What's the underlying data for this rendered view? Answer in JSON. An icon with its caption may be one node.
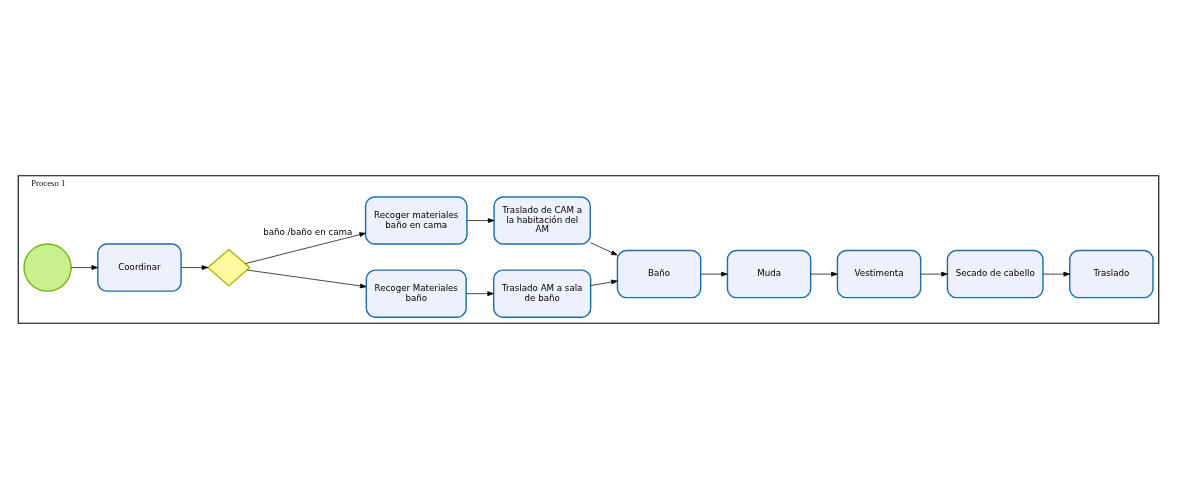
{
  "diagram": {
    "nodes": [
      {
        "text": [
          "Proceso 1"
        ]
      },
      {
        "text": [],
        "shape": "circle",
        "in": 0
      },
      {
        "text": [
          "Coordinar"
        ],
        "in": 0
      },
      {
        "text": [],
        "shape": "diamond",
        "in": 0
      },
      {
        "text": [
          "Recoger Materiales baño"
        ],
        "in": 0
      },
      {
        "text": [
          "Traslado AM a sala de baño"
        ],
        "in": 0
      },
      {
        "text": [
          "Recoger materiales baño en cama"
        ],
        "in": 0
      },
      {
        "text": [
          "Traslado de CAM a la habitación del AM"
        ],
        "in": 0
      },
      {
        "text": [
          "Baño"
        ],
        "in": 0
      },
      {
        "text": [
          "Muda"
        ],
        "in": 0
      },
      {
        "text": [
          "Vestimenta"
        ],
        "in": 0
      },
      {
        "text": [
          "Secado de cabello"
        ],
        "in": 0
      },
      {
        "text": [
          "Traslado"
        ],
        "in": 0
      }
    ],
    "edges": [
      {
        "from": 1,
        "to": 2,
        "arrow": "to"
      },
      {
        "from": 2,
        "to": 3,
        "arrow": "to"
      },
      {
        "from": 3,
        "to": 4,
        "arrow": "to"
      },
      {
        "from": 3,
        "to": 6,
        "arrow": "to",
        "label": "baño /baño en cama"
      },
      {
        "from": 4,
        "to": 5,
        "arrow": "to"
      },
      {
        "from": 5,
        "to": 8,
        "arrow": "to"
      },
      {
        "from": 6,
        "to": 7,
        "arrow": "to"
      },
      {
        "from": 7,
        "to": 8,
        "arrow": "to"
      },
      {
        "from": 8,
        "to": 9,
        "arrow": "to"
      },
      {
        "from": 9,
        "to": 10,
        "arrow": "to"
      },
      {
        "from": 10,
        "to": 11,
        "arrow": "to"
      },
      {
        "from": 11,
        "to": 12,
        "arrow": "to"
      }
    ]
  }
}
